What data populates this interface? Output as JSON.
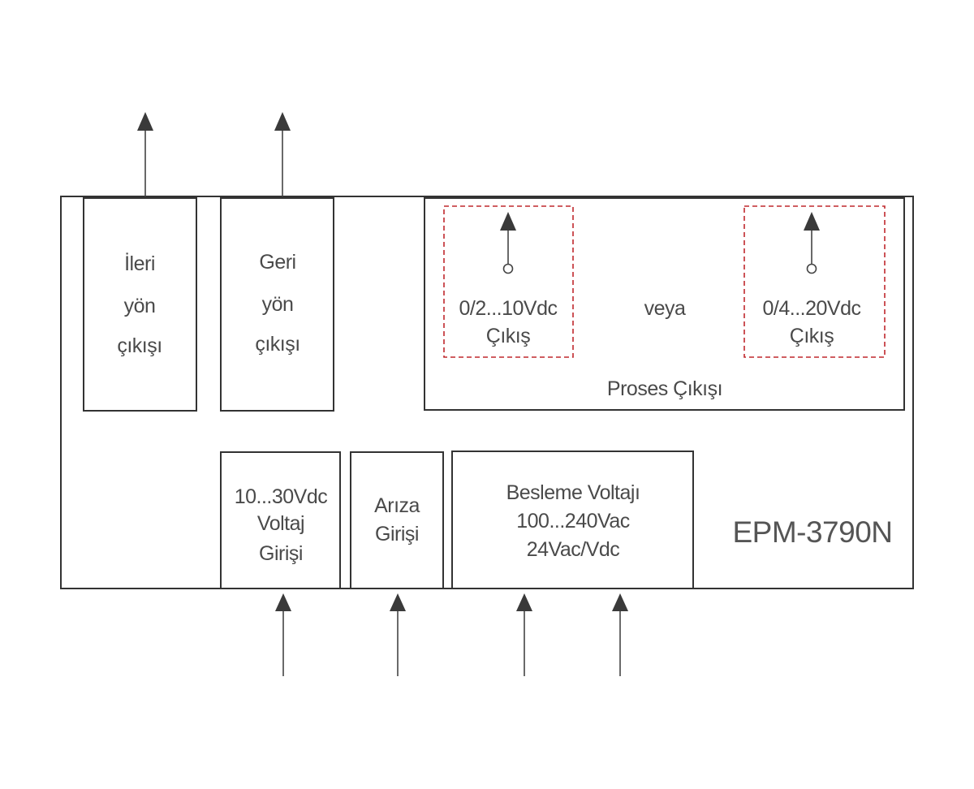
{
  "blocks": {
    "forward_output": [
      "İleri",
      "yön",
      "çıkışı"
    ],
    "reverse_output": [
      "Geri",
      "yön",
      "çıkışı"
    ],
    "process_output": {
      "title": "Proses Çıkışı",
      "option_voltage": [
        "0/2...10Vdc",
        "Çıkış"
      ],
      "separator": "veya",
      "option_current": [
        "0/4...20Vdc",
        "Çıkış"
      ]
    },
    "voltage_input": [
      "10...30Vdc",
      "Voltaj",
      "Girişi"
    ],
    "fault_input": [
      "Arıza",
      "Girişi"
    ],
    "supply_voltage": [
      "Besleme Voltajı",
      "100...240Vac",
      "24Vac/Vdc"
    ],
    "model": "EPM-3790N"
  },
  "colors": {
    "line": "#333333",
    "text": "#4a4a4a",
    "dashed_box": "#c0282d"
  }
}
